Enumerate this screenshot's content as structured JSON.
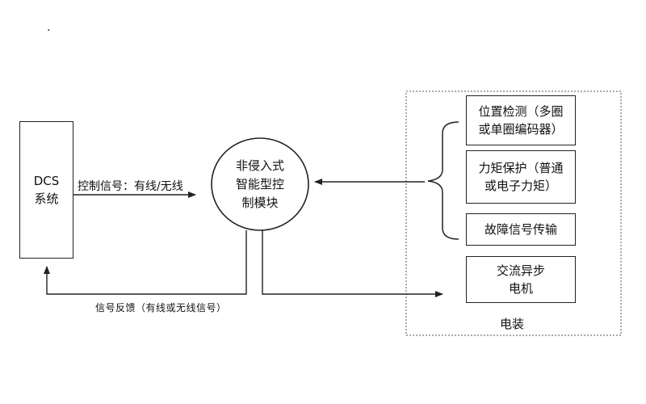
{
  "stray_mark": ".",
  "dcs": {
    "label": "DCS\n系统"
  },
  "control_signal": {
    "label": "控制信号：有线/无线"
  },
  "module": {
    "label": "非侵入式\n智能型控\n制模块"
  },
  "feedback_signal": {
    "label": "信号反馈（有线或无线信号）"
  },
  "electrical": {
    "label": "电装",
    "functions": [
      {
        "label": "位置检测（多圈\n或单圈编码器）"
      },
      {
        "label": "力矩保护（普通\n或电子力矩）"
      },
      {
        "label": "故障信号传输"
      }
    ],
    "motor": {
      "label": "交流异步\n电机"
    }
  }
}
